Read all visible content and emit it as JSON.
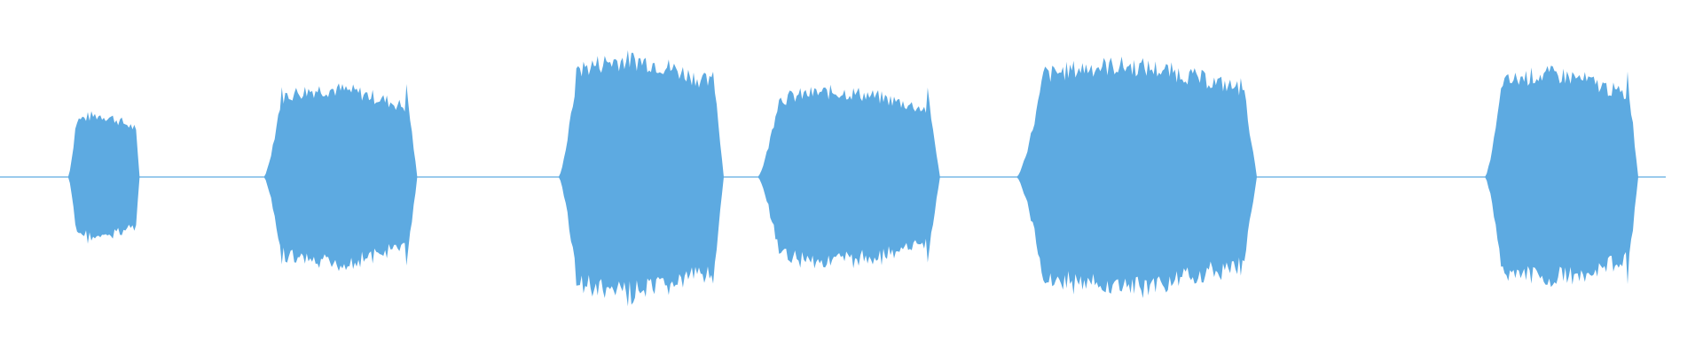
{
  "waveform": {
    "color": "#5DAAE1",
    "background": "#FFFFFF",
    "segments": [
      {
        "start": 0.04,
        "end": 0.082,
        "peak": 0.42
      },
      {
        "start": 0.155,
        "end": 0.245,
        "peak": 0.6
      },
      {
        "start": 0.328,
        "end": 0.425,
        "peak": 0.8
      },
      {
        "start": 0.445,
        "end": 0.552,
        "peak": 0.58
      },
      {
        "start": 0.597,
        "end": 0.738,
        "peak": 0.76
      },
      {
        "start": 0.872,
        "end": 0.962,
        "peak": 0.7
      }
    ]
  }
}
